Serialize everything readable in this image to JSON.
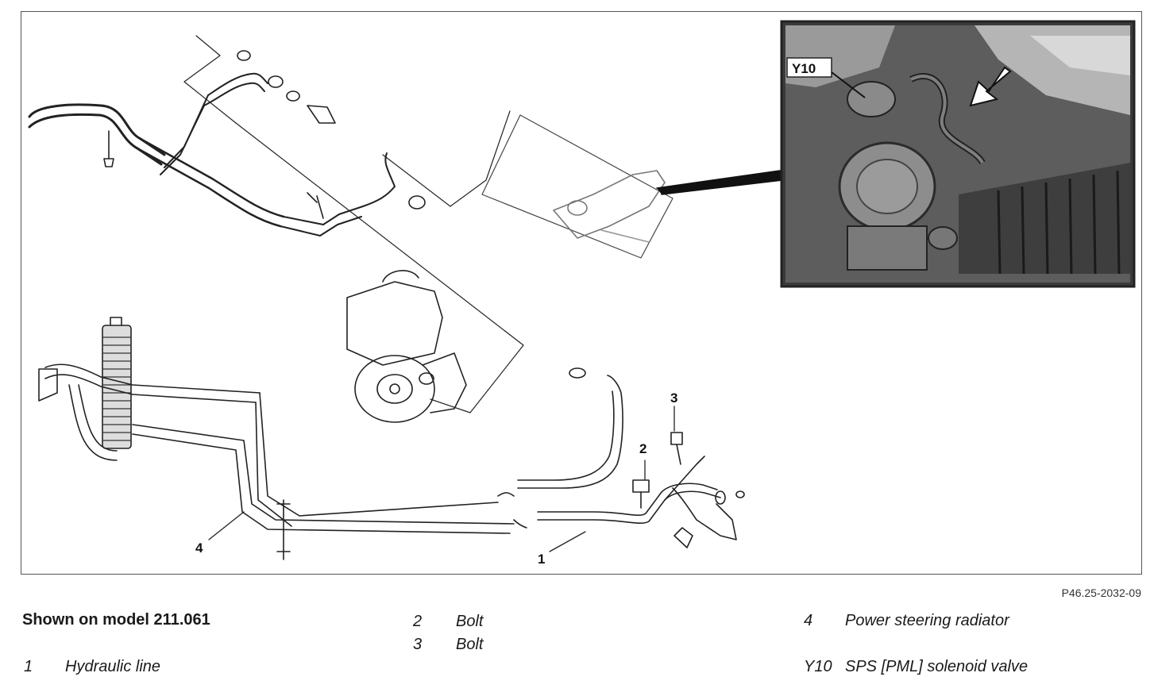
{
  "figure": {
    "id": "P46.25-2032-09",
    "callouts": [
      "1",
      "2",
      "3",
      "4"
    ],
    "inset_label": "Y10"
  },
  "legend": {
    "caption": "Shown on model 211.061",
    "items": [
      {
        "num": "1",
        "label": "Hydraulic line"
      },
      {
        "num": "2",
        "label": "Bolt"
      },
      {
        "num": "3",
        "label": "Bolt"
      },
      {
        "num": "4",
        "label": "Power steering radiator"
      },
      {
        "num": "Y10",
        "label": "SPS [PML] solenoid valve"
      }
    ]
  }
}
